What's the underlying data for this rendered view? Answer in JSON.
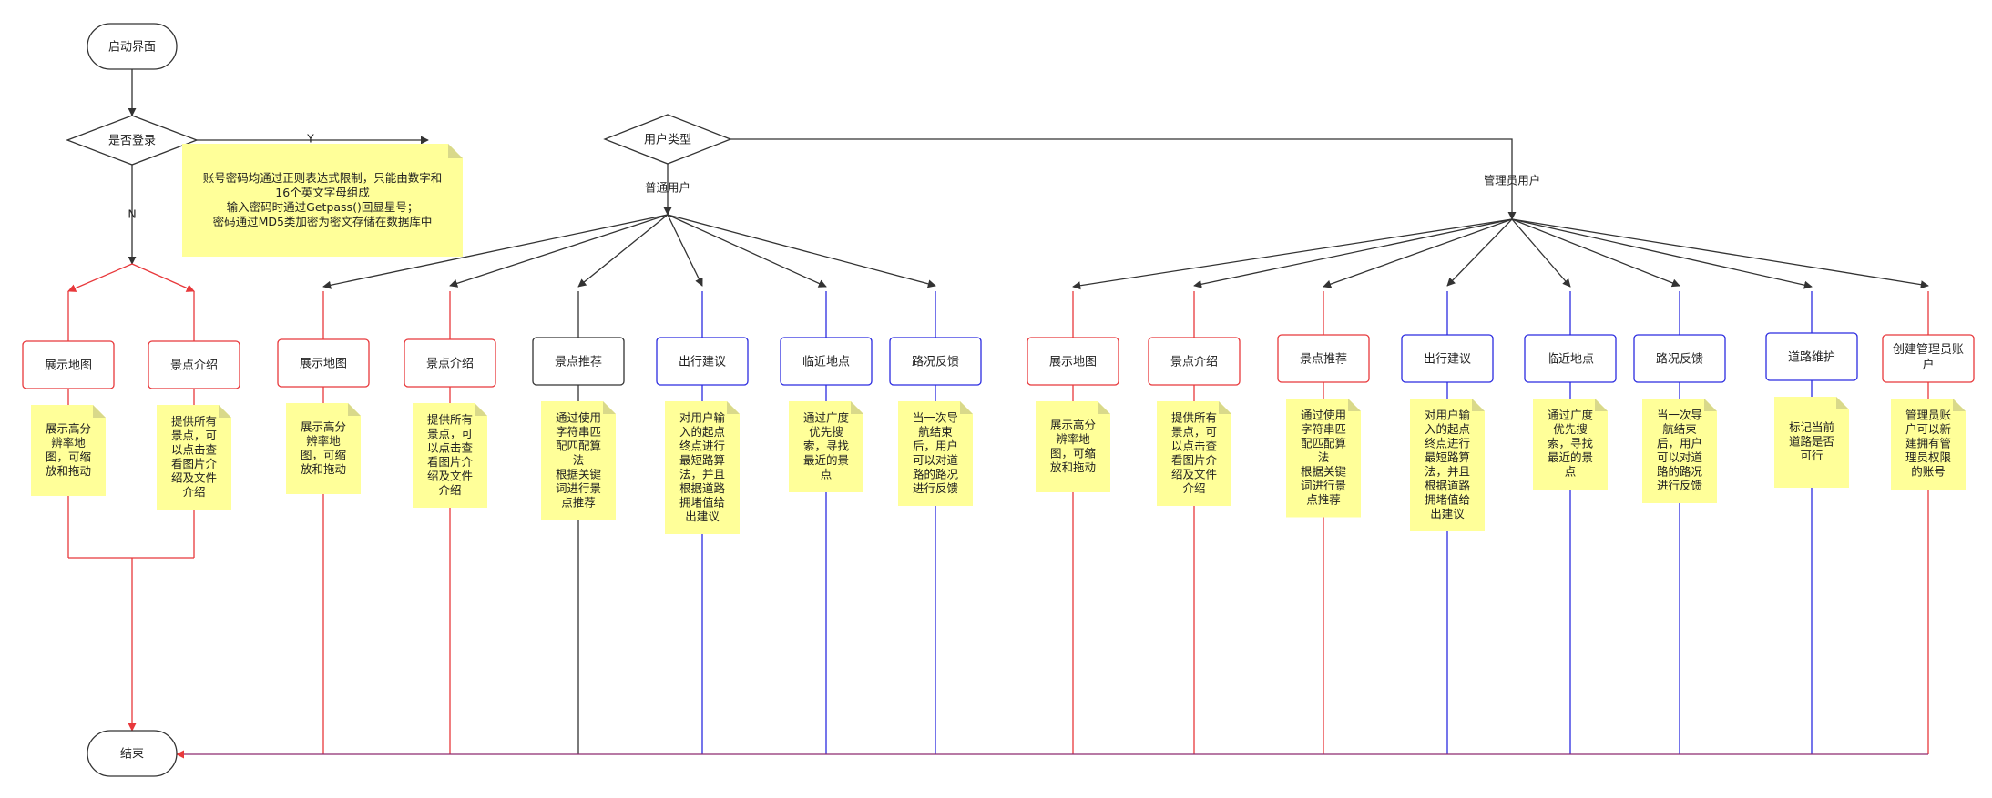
{
  "colors": {
    "red": "#e8383b",
    "blue": "#2b2be0",
    "dark": "#333333",
    "note": "#ffff99",
    "note_fold": "#d9d98a"
  },
  "start": {
    "label": "启动界面"
  },
  "end": {
    "label": "结束"
  },
  "login_decision": {
    "label": "是否登录",
    "yes_label": "Y",
    "no_label": "N"
  },
  "login_note": {
    "lines": [
      "账号密码均通过正则表达式限制，只能由数字和",
      "16个英文字母组成",
      "输入密码时通过Getpass()回显星号；",
      "密码通过MD5类加密为密文存储在数据库中"
    ]
  },
  "user_type_decision": {
    "label": "用户类型",
    "normal_label": "普通用户",
    "admin_label": "管理员用户"
  },
  "guest_branch": [
    {
      "label": "展示地图",
      "note": [
        "展示高分",
        "辨率地",
        "图，可缩",
        "放和拖动"
      ]
    },
    {
      "label": "景点介绍",
      "note": [
        "提供所有",
        "景点，可",
        "以点击查",
        "看图片介",
        "绍及文件",
        "介绍"
      ]
    }
  ],
  "normal_branch": [
    {
      "label": "展示地图",
      "note": [
        "展示高分",
        "辨率地",
        "图，可缩",
        "放和拖动"
      ]
    },
    {
      "label": "景点介绍",
      "note": [
        "提供所有",
        "景点，可",
        "以点击查",
        "看图片介",
        "绍及文件",
        "介绍"
      ]
    },
    {
      "label": "景点推荐",
      "note": [
        "通过使用",
        "字符串匹",
        "配匹配算",
        "法",
        "根据关键",
        "词进行景",
        "点推荐"
      ]
    },
    {
      "label": "出行建议",
      "note": [
        "对用户输",
        "入的起点",
        "终点进行",
        "最短路算",
        "法，并且",
        "根据道路",
        "拥堵值给",
        "出建议"
      ]
    },
    {
      "label": "临近地点",
      "note": [
        "通过广度",
        "优先搜",
        "索，寻找",
        "最近的景",
        "点"
      ]
    },
    {
      "label": "路况反馈",
      "note": [
        "当一次导",
        "航结束",
        "后，用户",
        "可以对道",
        "路的路况",
        "进行反馈"
      ]
    }
  ],
  "admin_branch": [
    {
      "label": "展示地图",
      "note": [
        "展示高分",
        "辨率地",
        "图，可缩",
        "放和拖动"
      ]
    },
    {
      "label": "景点介绍",
      "note": [
        "提供所有",
        "景点，可",
        "以点击查",
        "看图片介",
        "绍及文件",
        "介绍"
      ]
    },
    {
      "label": "景点推荐",
      "note": [
        "通过使用",
        "字符串匹",
        "配匹配算",
        "法",
        "根据关键",
        "词进行景",
        "点推荐"
      ]
    },
    {
      "label": "出行建议",
      "note": [
        "对用户输",
        "入的起点",
        "终点进行",
        "最短路算",
        "法，并且",
        "根据道路",
        "拥堵值给",
        "出建议"
      ]
    },
    {
      "label": "临近地点",
      "note": [
        "通过广度",
        "优先搜",
        "索，寻找",
        "最近的景",
        "点"
      ]
    },
    {
      "label": "路况反馈",
      "note": [
        "当一次导",
        "航结束",
        "后，用户",
        "可以对道",
        "路的路况",
        "进行反馈"
      ]
    },
    {
      "label": "道路维护",
      "note": [
        "标记当前",
        "道路是否",
        "可行"
      ]
    },
    {
      "label": "创建管理员账户",
      "note": [
        "管理员账",
        "户可以新",
        "建拥有管",
        "理员权限",
        "的账号"
      ]
    }
  ]
}
